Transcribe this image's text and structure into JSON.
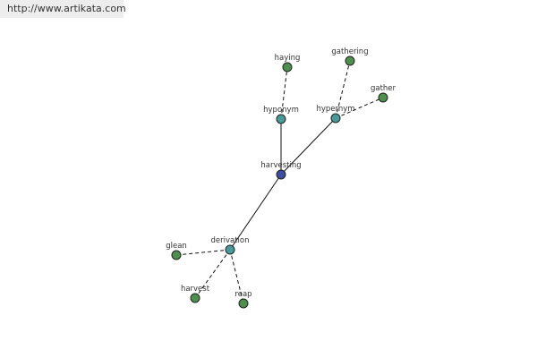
{
  "header": {
    "url_text": "http://www.artikata.com"
  },
  "colors": {
    "root": "#3f4fa0",
    "relation": "#4b9a9a",
    "leaf": "#4e8f4e"
  },
  "graph": {
    "nodes": [
      {
        "id": "harvesting",
        "label": "harvesting",
        "kind": "root"
      },
      {
        "id": "hyponym",
        "label": "hyponym",
        "kind": "relation"
      },
      {
        "id": "hypernym",
        "label": "hypernym",
        "kind": "relation"
      },
      {
        "id": "derivation",
        "label": "derivation",
        "kind": "relation"
      },
      {
        "id": "haying",
        "label": "haying",
        "kind": "leaf"
      },
      {
        "id": "gathering",
        "label": "gathering",
        "kind": "leaf"
      },
      {
        "id": "gather",
        "label": "gather",
        "kind": "leaf"
      },
      {
        "id": "glean",
        "label": "glean",
        "kind": "leaf"
      },
      {
        "id": "harvest",
        "label": "harvest",
        "kind": "leaf"
      },
      {
        "id": "reap",
        "label": "reap",
        "kind": "leaf"
      }
    ],
    "edges": [
      {
        "from": "harvesting",
        "to": "hyponym",
        "style": "solid"
      },
      {
        "from": "harvesting",
        "to": "hypernym",
        "style": "solid"
      },
      {
        "from": "harvesting",
        "to": "derivation",
        "style": "solid"
      },
      {
        "from": "hyponym",
        "to": "haying",
        "style": "dashed"
      },
      {
        "from": "hypernym",
        "to": "gathering",
        "style": "dashed"
      },
      {
        "from": "hypernym",
        "to": "gather",
        "style": "dashed"
      },
      {
        "from": "derivation",
        "to": "glean",
        "style": "dashed"
      },
      {
        "from": "derivation",
        "to": "harvest",
        "style": "dashed"
      },
      {
        "from": "derivation",
        "to": "reap",
        "style": "dashed"
      }
    ]
  }
}
